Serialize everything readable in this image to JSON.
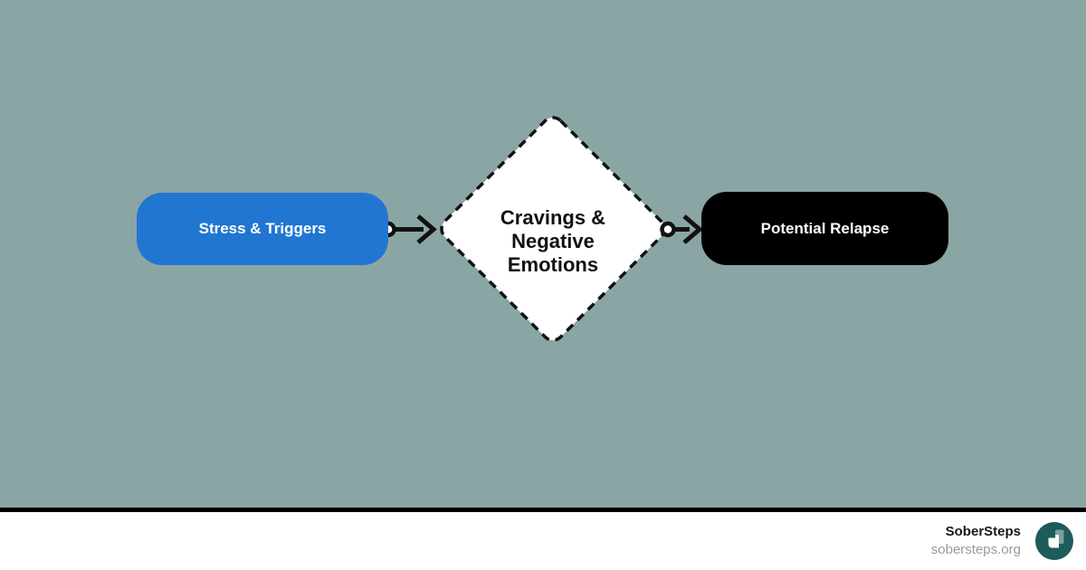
{
  "colors": {
    "canvas-bg": "#8AA6A4",
    "node-blue": "#2176D2",
    "node-black": "#000000",
    "diamond-fill": "#FFFFFF",
    "stroke-dark": "#111111",
    "footer-bg": "#FFFFFF",
    "brand-teal": "#1E5B5B",
    "muted-text": "#9A9A9A",
    "dark-text": "#1A1A1A"
  },
  "diagram": {
    "nodes": [
      {
        "id": "stress-triggers",
        "label": "Stress & Triggers",
        "shape": "rounded-rect",
        "fill": "#2176D2",
        "text_color": "#FFFFFF"
      },
      {
        "id": "cravings-negative-emotions",
        "label": "Cravings & Negative Emotions",
        "label_lines": [
          "Cravings &",
          "Negative",
          "Emotions"
        ],
        "shape": "dashed-diamond",
        "fill": "#FFFFFF",
        "text_color": "#111111"
      },
      {
        "id": "potential-relapse",
        "label": "Potential Relapse",
        "shape": "rounded-rect",
        "fill": "#000000",
        "text_color": "#FFFFFF"
      }
    ],
    "connectors": [
      {
        "from": "stress-triggers",
        "to": "cravings-negative-emotions",
        "style": "circle-start-open-arrow-end"
      },
      {
        "from": "cravings-negative-emotions",
        "to": "potential-relapse",
        "style": "circle-start-open-arrow-end"
      }
    ]
  },
  "footer": {
    "brand": "SoberSteps",
    "url": "sobersteps.org",
    "logo": "sobersteps-steps-logo"
  }
}
